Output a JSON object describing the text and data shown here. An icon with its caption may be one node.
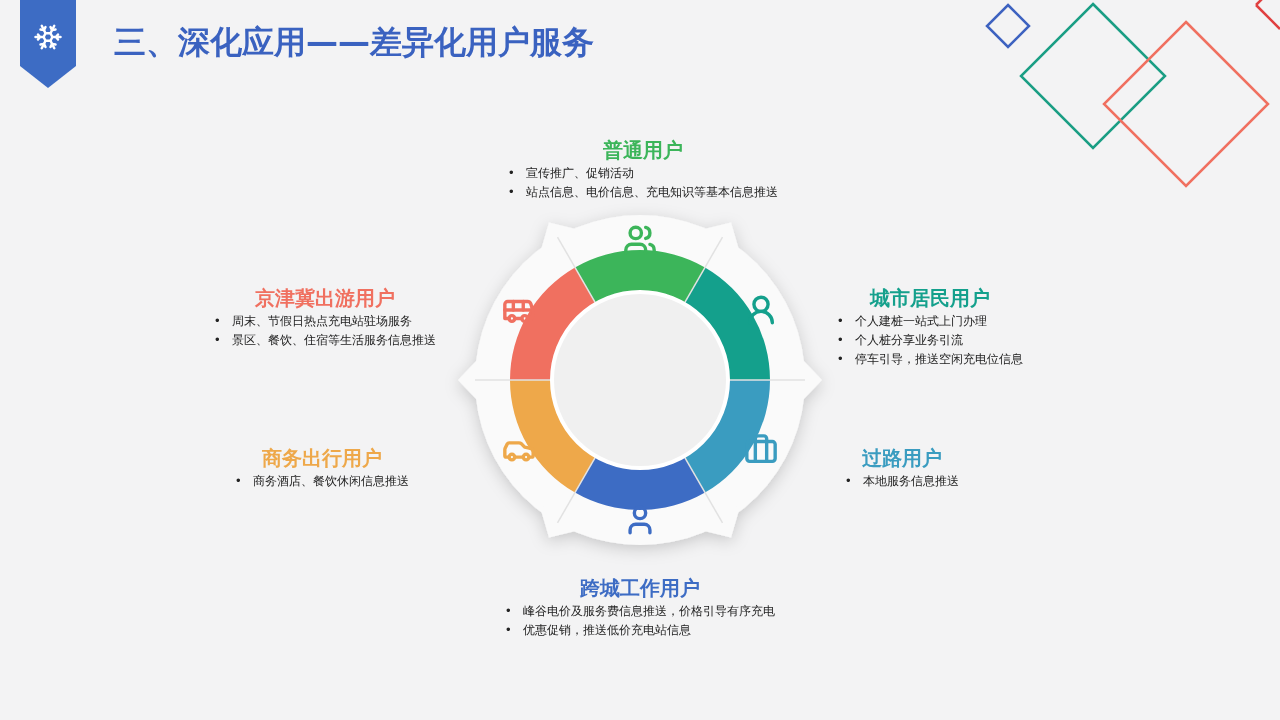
{
  "diagram": {
    "title": "三、深化应用——差异化用户服务",
    "nodes": [
      {
        "text": [
          "普通用户",
          "•   宣传推广、促销活动",
          "•   站点信息、电价信息、充电知识等基本信息推送"
        ]
      },
      {
        "text": [
          "城市居民用户",
          "•   个人建桩一站式上门办理",
          "•   个人桩分享业务引流",
          "•   停车引导，推送空闲充电位信息"
        ]
      },
      {
        "text": [
          "过路用户",
          "•   本地服务信息推送"
        ]
      },
      {
        "text": [
          "跨城工作用户",
          "•   峰谷电价及服务费信息推送，价格引导有序充电",
          "•   优惠促销，推送低价充电站信息"
        ]
      },
      {
        "text": [
          "商务出行用户",
          "•   商务酒店、餐饮休闲信息推送"
        ]
      },
      {
        "text": [
          "京津冀出游用户",
          "•   周末、节假日热点充电站驻场服务",
          "•   景区、餐饮、住宿等生活服务信息推送"
        ]
      }
    ]
  }
}
